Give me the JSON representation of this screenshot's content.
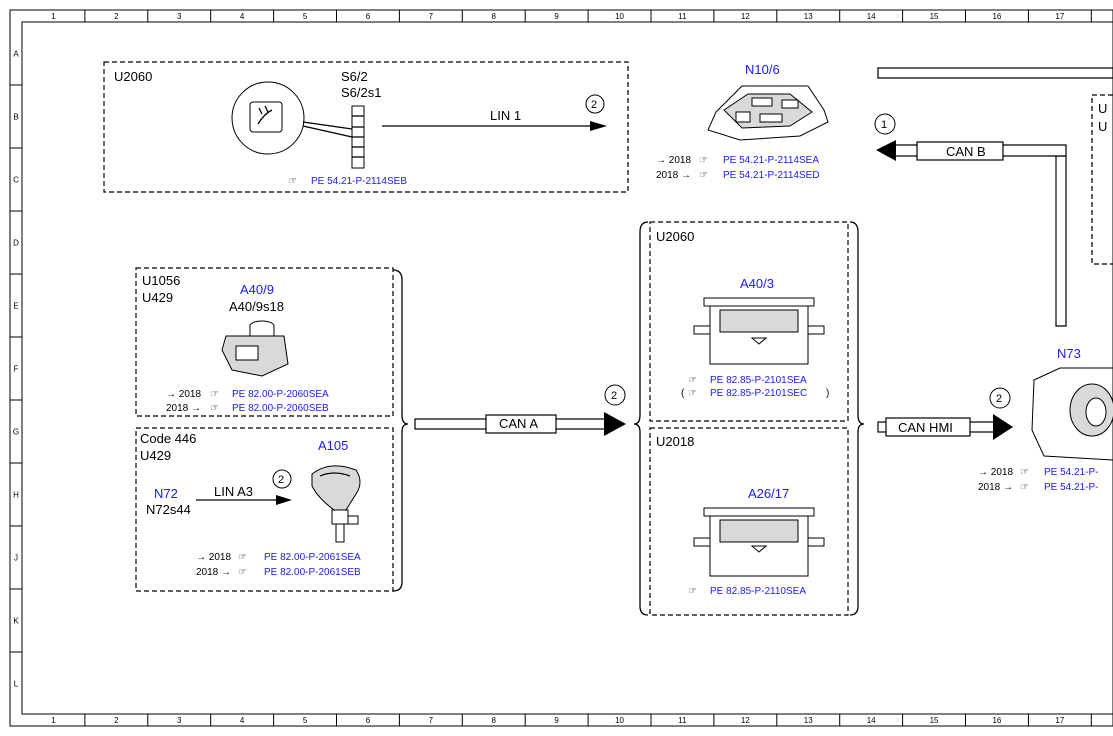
{
  "grid": {
    "columns": [
      "1",
      "2",
      "3",
      "4",
      "5",
      "6",
      "7",
      "8",
      "9",
      "10",
      "11",
      "12",
      "13",
      "14",
      "15",
      "16",
      "17"
    ],
    "rows": [
      "A",
      "B",
      "C",
      "D",
      "E",
      "F",
      "G",
      "H",
      "J",
      "K",
      "L"
    ]
  },
  "ref_icon": "pointing-hand-icon",
  "groups": {
    "g_u2060_top": {
      "label": "U2060"
    },
    "g_u1056": {
      "label1": "U1056",
      "label2": "U429"
    },
    "g_code446": {
      "label1": "Code 446",
      "label2": "U429"
    },
    "g_u2060_mid": {
      "label": "U2060"
    },
    "g_u2018": {
      "label": "U2018"
    },
    "g_right_partial": {
      "label1": "U",
      "label2": "U"
    }
  },
  "components": {
    "s6": {
      "name1": "S6/2",
      "name2": "S6/2s1",
      "refs": [
        "PE 54.21-P-2114SEB"
      ]
    },
    "n10_6": {
      "name": "N10/6",
      "refs": [
        {
          "prefix": "→ 2018",
          "code": "PE 54.21-P-2114SEA"
        },
        {
          "prefix": "2018 →",
          "code": "PE 54.21-P-2114SED"
        }
      ]
    },
    "a40_9": {
      "name": "A40/9",
      "sub": "A40/9s18",
      "refs": [
        {
          "prefix": "→ 2018",
          "code": "PE 82.00-P-2060SEA"
        },
        {
          "prefix": "2018 →",
          "code": "PE 82.00-P-2060SEB"
        }
      ]
    },
    "a105": {
      "name": "A105",
      "refs": [
        {
          "prefix": "→ 2018",
          "code": "PE 82.00-P-2061SEA"
        },
        {
          "prefix": "2018 →",
          "code": "PE 82.00-P-2061SEB"
        }
      ]
    },
    "n72": {
      "name": "N72",
      "sub": "N72s44"
    },
    "a40_3": {
      "name": "A40/3",
      "refs": [
        {
          "prefix": "",
          "code": "PE 82.85-P-2101SEA"
        },
        {
          "prefix": "(",
          "code": "PE 82.85-P-2101SEC",
          "suffix": ")"
        }
      ]
    },
    "a26_17": {
      "name": "A26/17",
      "refs": [
        {
          "prefix": "",
          "code": "PE 82.85-P-2110SEA"
        }
      ]
    },
    "n73": {
      "name": "N73",
      "refs": [
        {
          "prefix": "→ 2018",
          "code": "PE 54.21-P-"
        },
        {
          "prefix": "2018 →",
          "code": "PE 54.21-P-"
        }
      ]
    }
  },
  "connections": {
    "lin1": {
      "label": "LIN 1",
      "marker": "2"
    },
    "lin_a3": {
      "label": "LIN A3",
      "marker": "2"
    },
    "can_a": {
      "label": "CAN A",
      "marker": "2"
    },
    "can_b": {
      "label": "CAN B",
      "marker": "1"
    },
    "can_hmi": {
      "label": "CAN HMI",
      "marker": "2"
    }
  },
  "colors": {
    "component_label": "#1a1aff",
    "line": "#000000"
  }
}
